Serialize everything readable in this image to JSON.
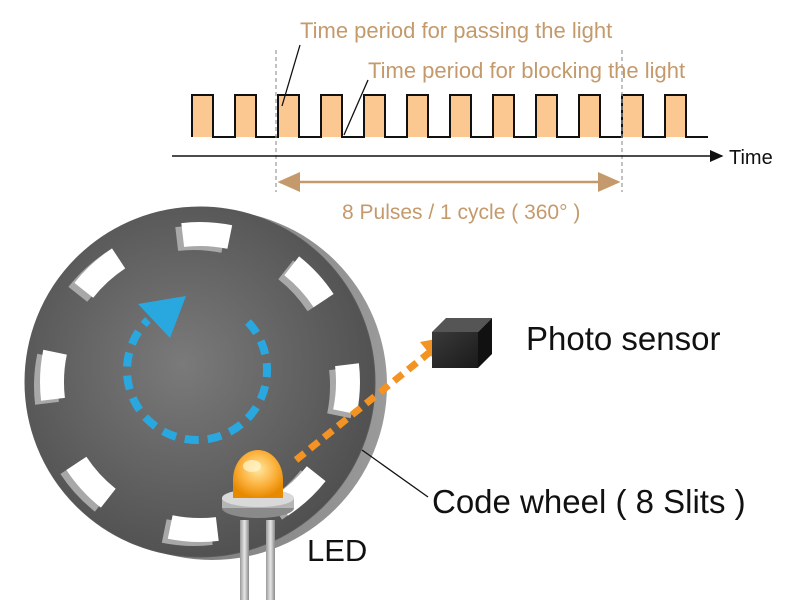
{
  "labels": {
    "passing": "Time period for passing the light",
    "blocking": "Time period for blocking the light",
    "time": "Time",
    "pulses": "8 Pulses / 1 cycle ( 360° )",
    "photo_sensor": "Photo sensor",
    "code_wheel": "Code wheel ( 8 Slits )",
    "led": "LED"
  },
  "colors": {
    "pulse_fill": "#fcc892",
    "annotation": "#c49a6c",
    "rotation_arrow": "#29a8e0",
    "light_path": "#f39323",
    "led": "#fbb03b"
  },
  "icons": {
    "rotation": "circular-arrow-icon",
    "light": "dashed-arrow-icon"
  }
}
